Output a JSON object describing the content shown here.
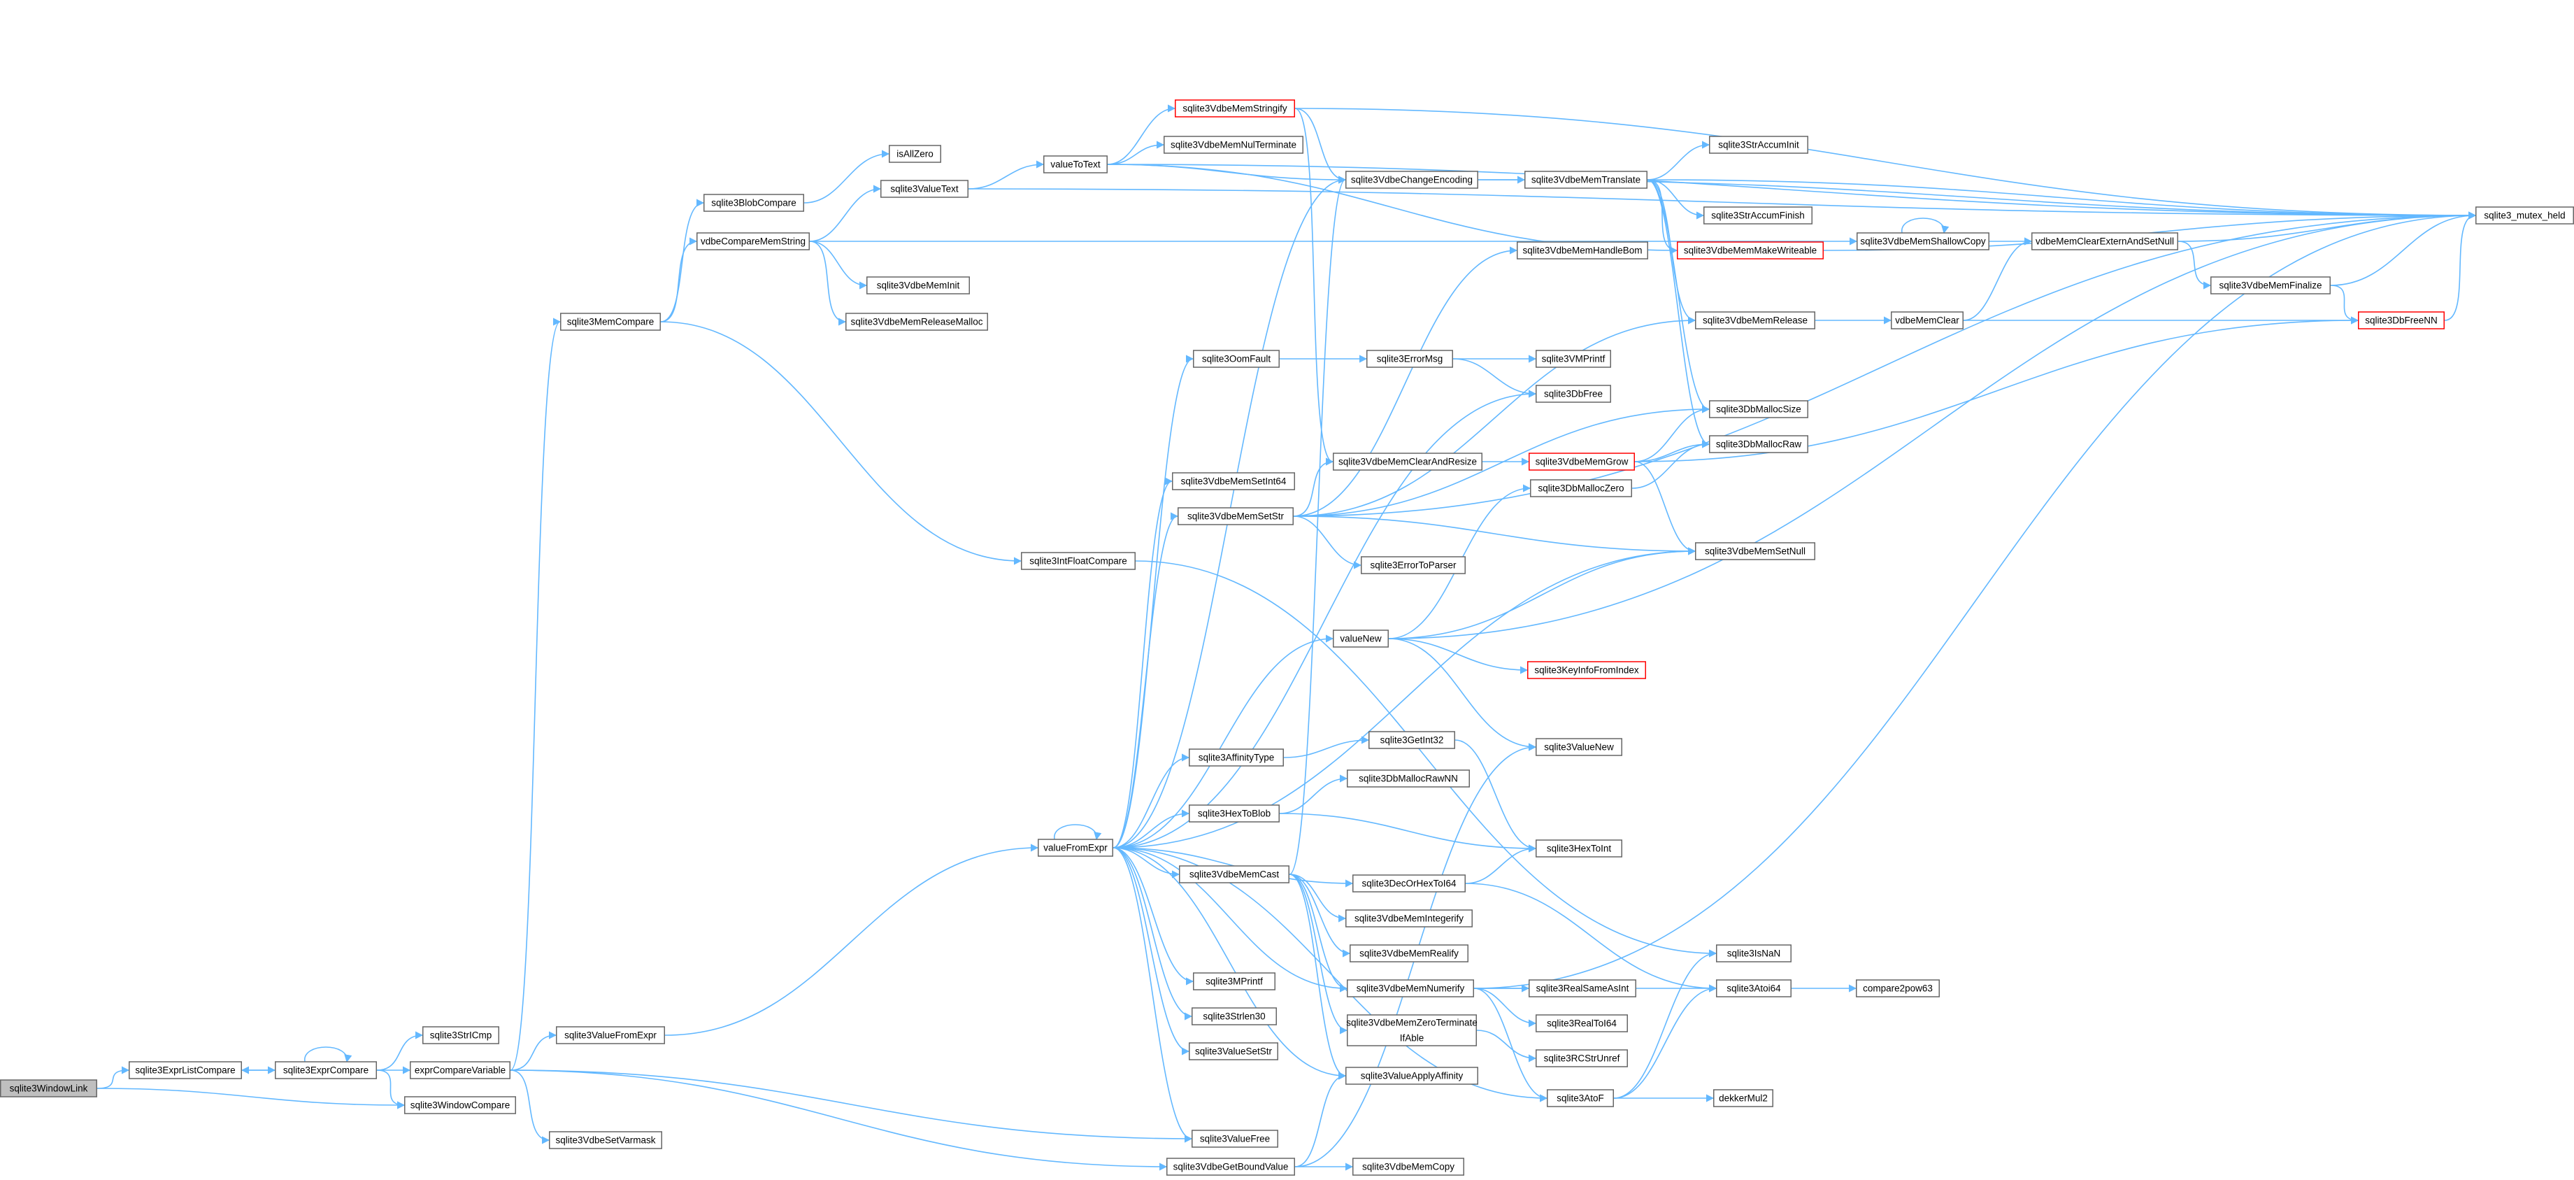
{
  "graph": {
    "type": "call-graph",
    "colors": {
      "edge": "#63b8ff",
      "node_border": "#666666",
      "truncated_border": "#ff0000",
      "root_fill": "#bfbfbf"
    },
    "nodes": [
      {
        "id": "sqlite3WindowLink",
        "label": "sqlite3WindowLink",
        "root": true
      },
      {
        "id": "sqlite3ExprListCompare",
        "label": "sqlite3ExprListCompare"
      },
      {
        "id": "sqlite3ExprCompare",
        "label": "sqlite3ExprCompare"
      },
      {
        "id": "sqlite3StrICmp",
        "label": "sqlite3StrICmp"
      },
      {
        "id": "exprCompareVariable",
        "label": "exprCompareVariable"
      },
      {
        "id": "sqlite3WindowCompare",
        "label": "sqlite3WindowCompare"
      },
      {
        "id": "sqlite3ValueFromExpr",
        "label": "sqlite3ValueFromExpr"
      },
      {
        "id": "sqlite3VdbeSetVarmask",
        "label": "sqlite3VdbeSetVarmask"
      },
      {
        "id": "sqlite3MemCompare",
        "label": "sqlite3MemCompare"
      },
      {
        "id": "sqlite3BlobCompare",
        "label": "sqlite3BlobCompare"
      },
      {
        "id": "vdbeCompareMemString",
        "label": "vdbeCompareMemString"
      },
      {
        "id": "sqlite3IntFloatCompare",
        "label": "sqlite3IntFloatCompare"
      },
      {
        "id": "isAllZero",
        "label": "isAllZero"
      },
      {
        "id": "sqlite3ValueText",
        "label": "sqlite3ValueText"
      },
      {
        "id": "sqlite3VdbeMemInit",
        "label": "sqlite3VdbeMemInit"
      },
      {
        "id": "sqlite3VdbeMemReleaseMalloc",
        "label": "sqlite3VdbeMemReleaseMalloc"
      },
      {
        "id": "valueToText",
        "label": "valueToText"
      },
      {
        "id": "valueFromExpr",
        "label": "valueFromExpr"
      },
      {
        "id": "sqlite3VdbeMemStringify",
        "label": "sqlite3VdbeMemStringify",
        "truncated": true
      },
      {
        "id": "sqlite3VdbeMemNulTerminate",
        "label": "sqlite3VdbeMemNulTerminate"
      },
      {
        "id": "sqlite3VdbeChangeEncoding",
        "label": "sqlite3VdbeChangeEncoding"
      },
      {
        "id": "sqlite3VdbeMemTranslate",
        "label": "sqlite3VdbeMemTranslate"
      },
      {
        "id": "sqlite3StrAccumInit",
        "label": "sqlite3StrAccumInit"
      },
      {
        "id": "sqlite3StrAccumFinish",
        "label": "sqlite3StrAccumFinish"
      },
      {
        "id": "sqlite3VdbeMemMakeWriteable",
        "label": "sqlite3VdbeMemMakeWriteable",
        "truncated": true
      },
      {
        "id": "sqlite3VdbeMemHandleBom",
        "label": "sqlite3VdbeMemHandleBom"
      },
      {
        "id": "sqlite3VdbeMemShallowCopy",
        "label": "sqlite3VdbeMemShallowCopy"
      },
      {
        "id": "vdbeMemClearExternAndSetNull",
        "label": "vdbeMemClearExternAndSetNull"
      },
      {
        "id": "sqlite3VdbeMemFinalize",
        "label": "sqlite3VdbeMemFinalize"
      },
      {
        "id": "sqlite3_mutex_held",
        "label": "sqlite3_mutex_held"
      },
      {
        "id": "sqlite3VdbeMemRelease",
        "label": "sqlite3VdbeMemRelease"
      },
      {
        "id": "vdbeMemClear",
        "label": "vdbeMemClear"
      },
      {
        "id": "sqlite3DbFreeNN",
        "label": "sqlite3DbFreeNN",
        "truncated": true
      },
      {
        "id": "sqlite3OomFault",
        "label": "sqlite3OomFault"
      },
      {
        "id": "sqlite3ErrorMsg",
        "label": "sqlite3ErrorMsg"
      },
      {
        "id": "sqlite3VMPrintf",
        "label": "sqlite3VMPrintf"
      },
      {
        "id": "sqlite3DbFree",
        "label": "sqlite3DbFree"
      },
      {
        "id": "sqlite3DbMallocSize",
        "label": "sqlite3DbMallocSize"
      },
      {
        "id": "sqlite3VdbeMemClearAndResize",
        "label": "sqlite3VdbeMemClearAndResize"
      },
      {
        "id": "sqlite3VdbeMemGrow",
        "label": "sqlite3VdbeMemGrow",
        "truncated": true
      },
      {
        "id": "sqlite3DbMallocRaw",
        "label": "sqlite3DbMallocRaw"
      },
      {
        "id": "sqlite3VdbeMemSetInt64",
        "label": "sqlite3VdbeMemSetInt64"
      },
      {
        "id": "sqlite3VdbeMemSetStr",
        "label": "sqlite3VdbeMemSetStr"
      },
      {
        "id": "sqlite3DbMallocZero",
        "label": "sqlite3DbMallocZero"
      },
      {
        "id": "sqlite3VdbeMemSetNull",
        "label": "sqlite3VdbeMemSetNull"
      },
      {
        "id": "sqlite3ErrorToParser",
        "label": "sqlite3ErrorToParser"
      },
      {
        "id": "valueNew",
        "label": "valueNew"
      },
      {
        "id": "sqlite3KeyInfoFromIndex",
        "label": "sqlite3KeyInfoFromIndex",
        "truncated": true
      },
      {
        "id": "sqlite3ValueNew",
        "label": "sqlite3ValueNew"
      },
      {
        "id": "sqlite3AffinityType",
        "label": "sqlite3AffinityType"
      },
      {
        "id": "sqlite3GetInt32",
        "label": "sqlite3GetInt32"
      },
      {
        "id": "sqlite3DbMallocRawNN",
        "label": "sqlite3DbMallocRawNN"
      },
      {
        "id": "sqlite3HexToBlob",
        "label": "sqlite3HexToBlob"
      },
      {
        "id": "sqlite3HexToInt",
        "label": "sqlite3HexToInt"
      },
      {
        "id": "sqlite3VdbeMemCast",
        "label": "sqlite3VdbeMemCast"
      },
      {
        "id": "sqlite3DecOrHexToI64",
        "label": "sqlite3DecOrHexToI64"
      },
      {
        "id": "sqlite3VdbeMemIntegerify",
        "label": "sqlite3VdbeMemIntegerify"
      },
      {
        "id": "sqlite3VdbeMemRealify",
        "label": "sqlite3VdbeMemRealify"
      },
      {
        "id": "sqlite3VdbeMemNumerify",
        "label": "sqlite3VdbeMemNumerify"
      },
      {
        "id": "sqlite3IsNaN",
        "label": "sqlite3IsNaN"
      },
      {
        "id": "sqlite3Atoi64",
        "label": "sqlite3Atoi64"
      },
      {
        "id": "compare2pow63",
        "label": "compare2pow63"
      },
      {
        "id": "sqlite3RealSameAsInt",
        "label": "sqlite3RealSameAsInt"
      },
      {
        "id": "sqlite3RealToI64",
        "label": "sqlite3RealToI64"
      },
      {
        "id": "sqlite3MPrintf",
        "label": "sqlite3MPrintf"
      },
      {
        "id": "sqlite3Strlen30",
        "label": "sqlite3Strlen30"
      },
      {
        "id": "sqlite3VdbeMemZeroTerminateIfAble",
        "label": "sqlite3VdbeMemZeroTerminate\nIfAble"
      },
      {
        "id": "sqlite3RCStrUnref",
        "label": "sqlite3RCStrUnref"
      },
      {
        "id": "sqlite3ValueSetStr",
        "label": "sqlite3ValueSetStr"
      },
      {
        "id": "sqlite3ValueApplyAffinity",
        "label": "sqlite3ValueApplyAffinity"
      },
      {
        "id": "sqlite3AtoF",
        "label": "sqlite3AtoF"
      },
      {
        "id": "dekkerMul2",
        "label": "dekkerMul2"
      },
      {
        "id": "sqlite3ValueFree",
        "label": "sqlite3ValueFree"
      },
      {
        "id": "sqlite3VdbeGetBoundValue",
        "label": "sqlite3VdbeGetBoundValue"
      },
      {
        "id": "sqlite3VdbeMemCopy",
        "label": "sqlite3VdbeMemCopy"
      }
    ],
    "edges": [
      [
        "sqlite3WindowLink",
        "sqlite3ExprListCompare"
      ],
      [
        "sqlite3WindowLink",
        "sqlite3WindowCompare"
      ],
      [
        "sqlite3ExprListCompare",
        "sqlite3ExprCompare"
      ],
      [
        "sqlite3ExprCompare",
        "sqlite3ExprListCompare"
      ],
      [
        "sqlite3ExprCompare",
        "sqlite3ExprCompare"
      ],
      [
        "sqlite3ExprCompare",
        "sqlite3StrICmp"
      ],
      [
        "sqlite3ExprCompare",
        "exprCompareVariable"
      ],
      [
        "sqlite3ExprCompare",
        "sqlite3WindowCompare"
      ],
      [
        "exprCompareVariable",
        "sqlite3MemCompare"
      ],
      [
        "exprCompareVariable",
        "sqlite3ValueFromExpr"
      ],
      [
        "exprCompareVariable",
        "sqlite3VdbeSetVarmask"
      ],
      [
        "exprCompareVariable",
        "sqlite3ValueFree"
      ],
      [
        "exprCompareVariable",
        "sqlite3VdbeGetBoundValue"
      ],
      [
        "sqlite3ValueFromExpr",
        "valueFromExpr"
      ],
      [
        "sqlite3MemCompare",
        "sqlite3BlobCompare"
      ],
      [
        "sqlite3MemCompare",
        "vdbeCompareMemString"
      ],
      [
        "sqlite3MemCompare",
        "sqlite3IntFloatCompare"
      ],
      [
        "sqlite3BlobCompare",
        "isAllZero"
      ],
      [
        "vdbeCompareMemString",
        "sqlite3ValueText"
      ],
      [
        "vdbeCompareMemString",
        "sqlite3VdbeMemInit"
      ],
      [
        "vdbeCompareMemString",
        "sqlite3VdbeMemReleaseMalloc"
      ],
      [
        "vdbeCompareMemString",
        "sqlite3VdbeMemShallowCopy"
      ],
      [
        "sqlite3IntFloatCompare",
        "sqlite3IsNaN"
      ],
      [
        "sqlite3ValueText",
        "valueToText"
      ],
      [
        "sqlite3ValueText",
        "sqlite3_mutex_held"
      ],
      [
        "valueToText",
        "sqlite3VdbeMemStringify"
      ],
      [
        "valueToText",
        "sqlite3VdbeMemNulTerminate"
      ],
      [
        "valueToText",
        "sqlite3VdbeChangeEncoding"
      ],
      [
        "valueToText",
        "sqlite3VdbeMemMakeWriteable"
      ],
      [
        "valueToText",
        "sqlite3_mutex_held"
      ],
      [
        "sqlite3VdbeMemStringify",
        "sqlite3VdbeChangeEncoding"
      ],
      [
        "sqlite3VdbeMemStringify",
        "sqlite3VdbeMemClearAndResize"
      ],
      [
        "sqlite3VdbeMemStringify",
        "sqlite3_mutex_held"
      ],
      [
        "sqlite3VdbeChangeEncoding",
        "sqlite3VdbeMemTranslate"
      ],
      [
        "sqlite3VdbeChangeEncoding",
        "sqlite3_mutex_held"
      ],
      [
        "sqlite3VdbeMemTranslate",
        "sqlite3StrAccumInit"
      ],
      [
        "sqlite3VdbeMemTranslate",
        "sqlite3StrAccumFinish"
      ],
      [
        "sqlite3VdbeMemTranslate",
        "sqlite3VdbeMemMakeWriteable"
      ],
      [
        "sqlite3VdbeMemTranslate",
        "sqlite3VdbeMemRelease"
      ],
      [
        "sqlite3VdbeMemTranslate",
        "sqlite3DbMallocSize"
      ],
      [
        "sqlite3VdbeMemTranslate",
        "sqlite3DbMallocRaw"
      ],
      [
        "sqlite3VdbeMemTranslate",
        "sqlite3_mutex_held"
      ],
      [
        "sqlite3VdbeMemMakeWriteable",
        "sqlite3_mutex_held"
      ],
      [
        "sqlite3VdbeMemShallowCopy",
        "sqlite3VdbeMemShallowCopy"
      ],
      [
        "sqlite3VdbeMemShallowCopy",
        "vdbeMemClearExternAndSetNull"
      ],
      [
        "vdbeMemClearExternAndSetNull",
        "sqlite3VdbeMemFinalize"
      ],
      [
        "vdbeMemClearExternAndSetNull",
        "sqlite3_mutex_held"
      ],
      [
        "sqlite3VdbeMemFinalize",
        "sqlite3DbFreeNN"
      ],
      [
        "sqlite3VdbeMemFinalize",
        "sqlite3_mutex_held"
      ],
      [
        "sqlite3VdbeMemRelease",
        "vdbeMemClear"
      ],
      [
        "vdbeMemClear",
        "vdbeMemClearExternAndSetNull"
      ],
      [
        "vdbeMemClear",
        "sqlite3DbFreeNN"
      ],
      [
        "sqlite3DbFreeNN",
        "sqlite3_mutex_held"
      ],
      [
        "valueFromExpr",
        "valueFromExpr"
      ],
      [
        "valueFromExpr",
        "sqlite3VdbeChangeEncoding"
      ],
      [
        "valueFromExpr",
        "sqlite3OomFault"
      ],
      [
        "valueFromExpr",
        "sqlite3DbFree"
      ],
      [
        "valueFromExpr",
        "sqlite3VdbeMemSetInt64"
      ],
      [
        "valueFromExpr",
        "sqlite3VdbeMemSetStr"
      ],
      [
        "valueFromExpr",
        "sqlite3VdbeMemSetNull"
      ],
      [
        "valueFromExpr",
        "valueNew"
      ],
      [
        "valueFromExpr",
        "sqlite3AffinityType"
      ],
      [
        "valueFromExpr",
        "sqlite3HexToBlob"
      ],
      [
        "valueFromExpr",
        "sqlite3VdbeMemCast"
      ],
      [
        "valueFromExpr",
        "sqlite3DecOrHexToI64"
      ],
      [
        "valueFromExpr",
        "sqlite3VdbeMemNumerify"
      ],
      [
        "valueFromExpr",
        "sqlite3MPrintf"
      ],
      [
        "valueFromExpr",
        "sqlite3Strlen30"
      ],
      [
        "valueFromExpr",
        "sqlite3ValueSetStr"
      ],
      [
        "valueFromExpr",
        "sqlite3ValueApplyAffinity"
      ],
      [
        "valueFromExpr",
        "sqlite3AtoF"
      ],
      [
        "valueFromExpr",
        "sqlite3ValueFree"
      ],
      [
        "sqlite3OomFault",
        "sqlite3ErrorMsg"
      ],
      [
        "sqlite3ErrorMsg",
        "sqlite3VMPrintf"
      ],
      [
        "sqlite3ErrorMsg",
        "sqlite3DbFree"
      ],
      [
        "sqlite3VdbeMemSetStr",
        "sqlite3VdbeMemHandleBom"
      ],
      [
        "sqlite3VdbeMemSetStr",
        "sqlite3VdbeMemRelease"
      ],
      [
        "sqlite3VdbeMemSetStr",
        "sqlite3DbMallocSize"
      ],
      [
        "sqlite3VdbeMemSetStr",
        "sqlite3VdbeMemClearAndResize"
      ],
      [
        "sqlite3VdbeMemSetStr",
        "sqlite3VdbeMemSetNull"
      ],
      [
        "sqlite3VdbeMemSetStr",
        "sqlite3ErrorToParser"
      ],
      [
        "sqlite3VdbeMemSetStr",
        "sqlite3_mutex_held"
      ],
      [
        "sqlite3VdbeMemClearAndResize",
        "sqlite3VdbeMemGrow"
      ],
      [
        "sqlite3VdbeMemGrow",
        "sqlite3DbMallocSize"
      ],
      [
        "sqlite3VdbeMemGrow",
        "sqlite3DbMallocRaw"
      ],
      [
        "sqlite3VdbeMemGrow",
        "sqlite3VdbeMemSetNull"
      ],
      [
        "sqlite3VdbeMemGrow",
        "sqlite3DbFreeNN"
      ],
      [
        "sqlite3DbMallocZero",
        "sqlite3DbMallocRaw"
      ],
      [
        "valueNew",
        "sqlite3DbMallocZero"
      ],
      [
        "valueNew",
        "sqlite3VdbeMemSetNull"
      ],
      [
        "valueNew",
        "sqlite3KeyInfoFromIndex"
      ],
      [
        "valueNew",
        "sqlite3ValueNew"
      ],
      [
        "valueNew",
        "sqlite3_mutex_held"
      ],
      [
        "sqlite3AffinityType",
        "sqlite3GetInt32"
      ],
      [
        "sqlite3GetInt32",
        "sqlite3HexToInt"
      ],
      [
        "sqlite3HexToBlob",
        "sqlite3DbMallocRawNN"
      ],
      [
        "sqlite3HexToBlob",
        "sqlite3HexToInt"
      ],
      [
        "sqlite3VdbeMemCast",
        "sqlite3VdbeChangeEncoding"
      ],
      [
        "sqlite3VdbeMemCast",
        "sqlite3VdbeMemIntegerify"
      ],
      [
        "sqlite3VdbeMemCast",
        "sqlite3VdbeMemRealify"
      ],
      [
        "sqlite3VdbeMemCast",
        "sqlite3VdbeMemNumerify"
      ],
      [
        "sqlite3VdbeMemCast",
        "sqlite3VdbeMemZeroTerminateIfAble"
      ],
      [
        "sqlite3VdbeMemCast",
        "sqlite3ValueApplyAffinity"
      ],
      [
        "sqlite3DecOrHexToI64",
        "sqlite3HexToInt"
      ],
      [
        "sqlite3DecOrHexToI64",
        "sqlite3Atoi64"
      ],
      [
        "sqlite3VdbeMemNumerify",
        "sqlite3RealSameAsInt"
      ],
      [
        "sqlite3VdbeMemNumerify",
        "sqlite3RealToI64"
      ],
      [
        "sqlite3VdbeMemNumerify",
        "sqlite3Atoi64"
      ],
      [
        "sqlite3VdbeMemNumerify",
        "sqlite3AtoF"
      ],
      [
        "sqlite3VdbeMemNumerify",
        "sqlite3_mutex_held"
      ],
      [
        "sqlite3Atoi64",
        "compare2pow63"
      ],
      [
        "sqlite3VdbeMemZeroTerminateIfAble",
        "sqlite3RCStrUnref"
      ],
      [
        "sqlite3AtoF",
        "sqlite3IsNaN"
      ],
      [
        "sqlite3AtoF",
        "sqlite3Atoi64"
      ],
      [
        "sqlite3AtoF",
        "dekkerMul2"
      ],
      [
        "sqlite3VdbeGetBoundValue",
        "sqlite3ValueNew"
      ],
      [
        "sqlite3VdbeGetBoundValue",
        "sqlite3ValueApplyAffinity"
      ],
      [
        "sqlite3VdbeGetBoundValue",
        "sqlite3VdbeMemCopy"
      ]
    ]
  }
}
